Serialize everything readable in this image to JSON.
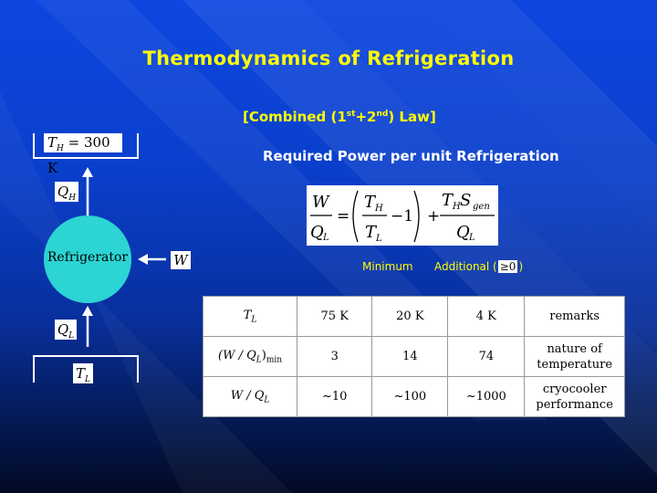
{
  "slide": {
    "title": "Thermodynamics of Refrigeration",
    "subtitle_pre": "[Combined (1",
    "subtitle_sup1": "st",
    "subtitle_mid": "+2",
    "subtitle_sup2": "nd",
    "subtitle_post": ") Law]",
    "power_heading": "Required Power per unit Refrigeration",
    "minimum_label": "Minimum",
    "additional_pre": "Additional (",
    "additional_geq": "≥0",
    "additional_post": ")"
  },
  "diagram": {
    "th_sym": "T",
    "th_sub": "H",
    "th_eq": "= 300 K",
    "qh_sym": "Q",
    "qh_sub": "H",
    "refrigerator_label": "Refrigerator",
    "w_sym": "W",
    "ql_sym": "Q",
    "ql_sub": "L",
    "tl_sym": "T",
    "tl_sub": "L"
  },
  "formula": {
    "W": "W",
    "Q": "Q",
    "L": "L",
    "T": "T",
    "H": "H",
    "minus1": "−1",
    "plus": "+",
    "equals": "=",
    "S": "S",
    "gen": "gen"
  },
  "table": {
    "header_row": {
      "label_sym": "T",
      "label_sub": "L",
      "values": [
        "75 K",
        "20 K",
        "4 K"
      ],
      "remarks": "remarks"
    },
    "min_row": {
      "label_pre": "(W / Q",
      "label_sub": "L",
      "label_post": ")",
      "label_min": "min",
      "values": [
        "3",
        "14",
        "74"
      ],
      "remarks_line1": "nature of",
      "remarks_line2": "temperature"
    },
    "perf_row": {
      "label_pre": "W / Q",
      "label_sub": "L",
      "values": [
        "~10",
        "~100",
        "~1000"
      ],
      "remarks_line1": "cryocooler",
      "remarks_line2": "performance"
    }
  },
  "colors": {
    "background_top": "#0d47e0",
    "background_bottom": "#020a24",
    "title": "#ffff00",
    "refrigerator_fill": "#2dd4d4"
  }
}
